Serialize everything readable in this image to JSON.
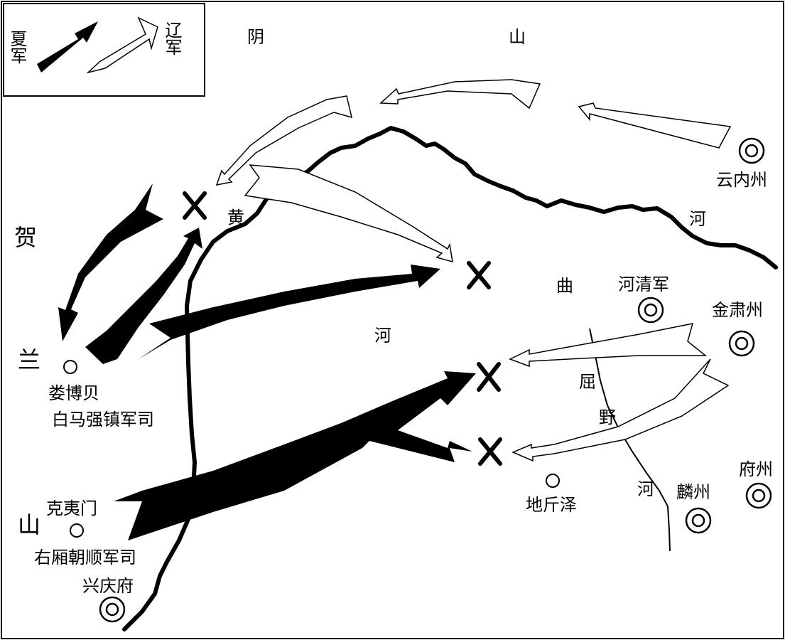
{
  "legend": {
    "xia": "夏军",
    "liao": "辽军"
  },
  "mountains": {
    "yin_1": "阴",
    "yin_2": "山",
    "he_1": "贺",
    "he_2": "兰",
    "he_3": "山"
  },
  "river_labels": {
    "huang": "黄",
    "he_top": "河",
    "qu": "曲",
    "he_mid": "河",
    "qu_1": "屈",
    "ye": "野",
    "he_bottom": "河"
  },
  "places": {
    "yunneizhou": "云内州",
    "heqingjun": "河清军",
    "jinsuzhou": "金肃州",
    "loubobei": "娄博贝",
    "baima": "白马强镇军司",
    "keyimen": "克夷门",
    "youxiang": "右厢朝顺军司",
    "xingqingfu": "兴庆府",
    "dijinze": "地斤泽",
    "linzhou": "麟州",
    "fuzhou": "府州"
  },
  "colors": {
    "xia_arrow": "#000000",
    "liao_arrow": "#ffffff",
    "ink": "#000000"
  },
  "icons": [
    "double-circle-icon",
    "circle-icon",
    "cross-icon"
  ]
}
